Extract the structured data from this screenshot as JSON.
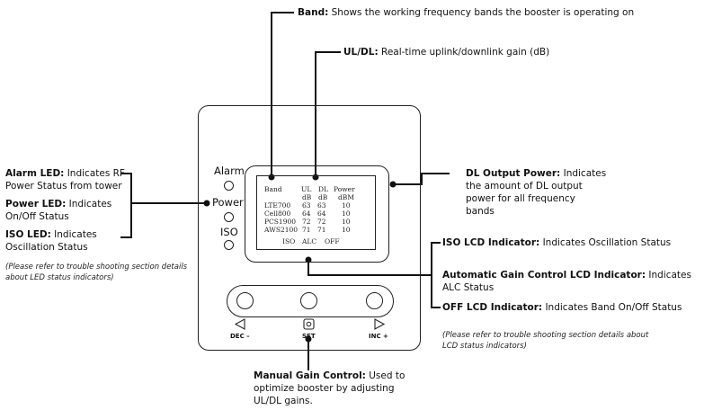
{
  "annotations": {
    "band": {
      "title": "Band:",
      "text": " Shows the working frequency bands the booster is operating on"
    },
    "ul_dl": {
      "title": "UL/DL:",
      "text": " Real-time uplink/downlink gain (dB)"
    },
    "dl_power": {
      "title": "DL Output Power:",
      "text_1": " Indicates",
      "text_2": "the amount of DL output",
      "text_3": "power for all frequency",
      "text_4": "bands"
    },
    "alarm": {
      "title": "Alarm LED:",
      "text_1": " Indicates RF",
      "text_2": "Power Status from tower"
    },
    "power": {
      "title": "Power LED:",
      "text_1": " Indicates",
      "text_2": "On/Off Status"
    },
    "iso_led": {
      "title": "ISO LED:",
      "text_1": " Indicates",
      "text_2": "Oscillation Status"
    },
    "led_note_1": "(Please refer to trouble shooting section details",
    "led_note_2": "about LED status indicators)",
    "iso_lcd": {
      "title": "ISO LCD Indicator:",
      "text": " Indicates Oscillation Status"
    },
    "alc": {
      "title": "Automatic Gain Control LCD Indicator:",
      "text": " Indicates ALC Status"
    },
    "off": {
      "title": "OFF LCD Indicator:",
      "text": " Indicates Band On/Off Status"
    },
    "lcd_note_1": "(Please refer to trouble shooting section details about",
    "lcd_note_2": "LCD status indicators)",
    "manual": {
      "title": "Manual Gain Control:",
      "text_1": " Used to",
      "text_2": "optimize booster by adjusting",
      "text_3": "UL/DL gains."
    }
  },
  "device": {
    "leds": {
      "alarm": "Alarm",
      "power": "Power",
      "iso": "ISO"
    },
    "lcd": {
      "header": [
        "Band",
        "UL",
        "DL",
        "Power"
      ],
      "units": [
        "",
        "dB",
        "dB",
        "dBM"
      ],
      "rows": [
        [
          "LTE700",
          "63",
          "63",
          "10"
        ],
        [
          "Cell800",
          "64",
          "64",
          "10"
        ],
        [
          "PCS1900",
          "72",
          "72",
          "10"
        ],
        [
          "AWS2100",
          "71",
          "71",
          "10"
        ]
      ],
      "indicators": [
        "ISO",
        "ALC",
        "OFF"
      ]
    },
    "buttons": {
      "dec": "DEC –",
      "set": "SET",
      "inc": "INC +"
    }
  }
}
